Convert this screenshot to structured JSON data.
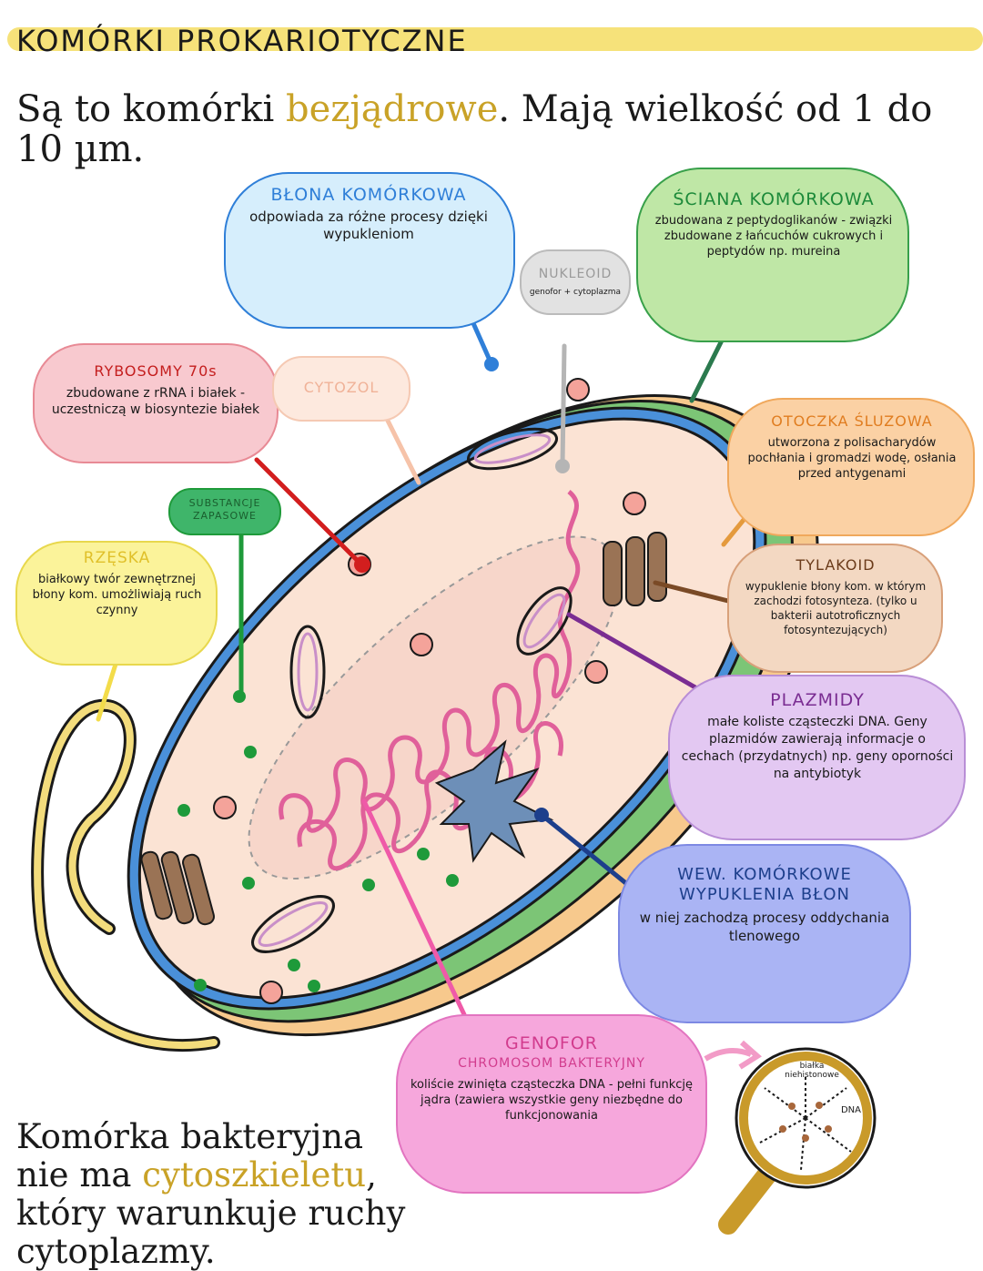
{
  "title": "KOMÓRKI PROKARIOTYCZNE",
  "intro": {
    "p1": "Są to komórki ",
    "highlight": "bezjądrowe",
    "p2": ". Mają wielkość od 1 do 10 µm."
  },
  "outro": {
    "p1": "Komórka bakteryjna nie ma ",
    "highlight": "cytoszkieletu",
    "p2": ", który warunkuje ruchy cytoplazmy."
  },
  "labels": {
    "blona": {
      "title": "BŁONA KOMÓRKOWA",
      "text": "odpowiada za różne procesy dzięki wypukleniom"
    },
    "nukleoid": {
      "title": "NUKLEOID",
      "text": "genofor + cytoplazma"
    },
    "sciana": {
      "title": "ŚCIANA KOMÓRKOWA",
      "text": "zbudowana z peptydoglikanów - związki zbudowane z łańcuchów cukrowych i peptydów np. mureina"
    },
    "rybosomy": {
      "title": "RYBOSOMY 70s",
      "text": "zbudowane z rRNA i białek - uczestniczą w biosyntezie białek"
    },
    "cytozol": {
      "title": "CYTOZOL"
    },
    "substancje": {
      "title": "SUBSTANCJE ZAPASOWE"
    },
    "otoczka": {
      "title": "OTOCZKA ŚLUZOWA",
      "text": "utworzona z polisacharydów pochłania i gromadzi wodę, osłania przed antygenami"
    },
    "tylakoid": {
      "title": "TYLAKOID",
      "text": "wypuklenie błony kom. w którym zachodzi fotosynteza. (tylko u bakterii autotroficznych fotosyntezujących)"
    },
    "rzeska": {
      "title": "RZĘSKA",
      "text": "białkowy twór zewnętrznej błony kom. umożliwiają ruch czynny"
    },
    "plazmidy": {
      "title": "PLAZMIDY",
      "text": "małe koliste cząsteczki DNA. Geny plazmidów zawierają informacje o cechach (przydatnych) np. geny oporności na antybiotyk"
    },
    "wew": {
      "title": "WEW. KOMÓRKOWE WYPUKLENIA BŁON",
      "text": "w niej zachodzą procesy oddychania tlenowego"
    },
    "genofor": {
      "title": "GENOFOR",
      "subtitle": "CHROMOSOM BAKTERYJNY",
      "text": "koliście zwinięta cząsteczka DNA - pełni funkcję jądra (zawiera wszystkie geny niezbędne do funkcjonowania"
    },
    "zoom": {
      "bialka": "białka niehistonowe",
      "dna": "DNA"
    }
  },
  "colors": {
    "highlight": "#f6e27a",
    "cytoplasm": "#fbe3d4",
    "membrane": "#4a90d9",
    "wall": "#7cc576",
    "capsule": "#f7c98d",
    "dna": "#e0609a"
  }
}
